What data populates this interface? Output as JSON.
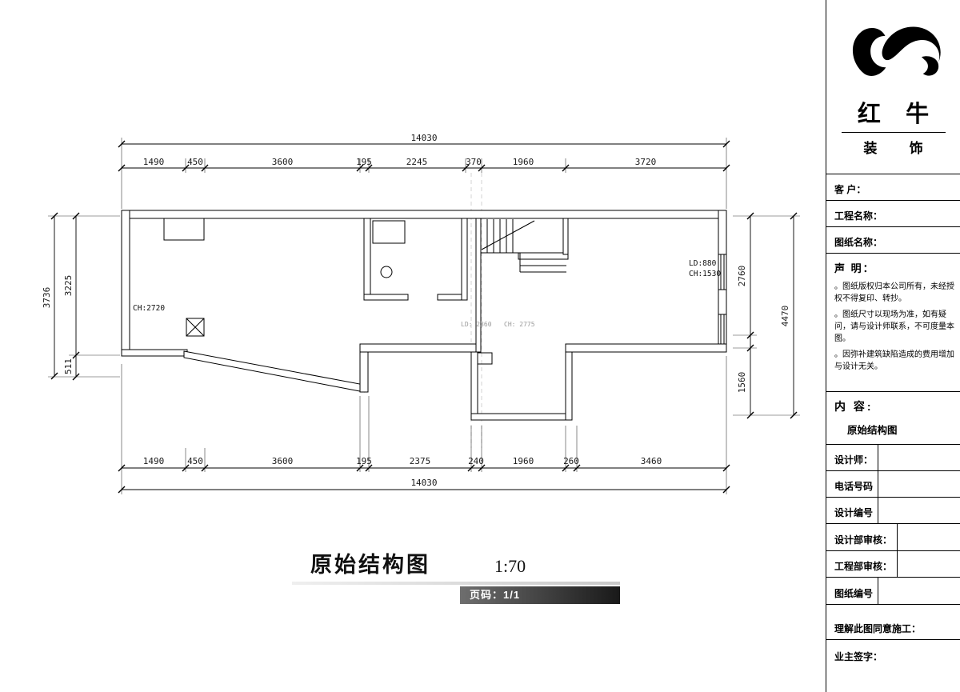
{
  "footer": {
    "title": "原始结构图",
    "scale": "1:70",
    "page_label": "页码：1/1"
  },
  "plan": {
    "labels": {
      "ch_left": "CH:2720",
      "ld_right": "LD:880",
      "ch_right": "CH:1530",
      "center_a": "LD: 2360",
      "center_b": "CH: 2775"
    },
    "dims": {
      "top_total": "14030",
      "top": [
        "1490",
        "450",
        "3600",
        "195",
        "2245",
        "370",
        "1960",
        "3720"
      ],
      "bottom": [
        "1490",
        "450",
        "3600",
        "195",
        "2375",
        "240",
        "1960",
        "260",
        "3460"
      ],
      "bottom_total": "14030",
      "left_outer": "3736",
      "left_inner": [
        "3225",
        "511"
      ],
      "right_inner": [
        "2760",
        "1560"
      ],
      "right_outer": "4470"
    }
  },
  "sidebar": {
    "brand": {
      "name_top": "红 牛",
      "name_bottom": "装 饰"
    },
    "fields": {
      "client": "客 户：",
      "project_name": "工程名称：",
      "drawing_name": "图纸名称：",
      "declaration_title": "声 明：",
      "declaration_items": [
        "。图纸版权归本公司所有，未经授权不得复印、转抄。",
        "。图纸尺寸以现场为准，如有疑问，请与设计师联系，不可度量本图。",
        "。因弥补建筑缺陷造成的费用增加与设计无关。"
      ],
      "content_title": "内 容:",
      "content_value": "原始结构图",
      "designer": "设计师：",
      "phone": "电话号码",
      "design_no": "设计编号",
      "design_review": "设计部审核：",
      "engineering_review": "工程部审核：",
      "drawing_no": "图纸编号",
      "agree": "理解此图同意施工：",
      "owner_sign": "业主签字："
    }
  }
}
